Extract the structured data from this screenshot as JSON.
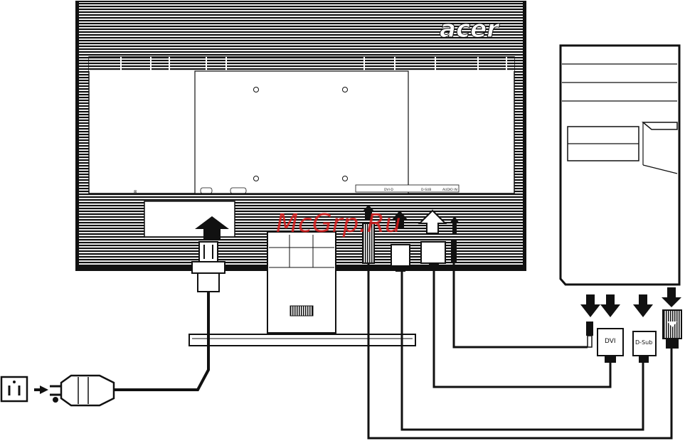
{
  "brand": "acer",
  "watermark": "McGrp.Ru",
  "ports": {
    "dvi": "DVI",
    "dsub": "D-Sub",
    "monitor_dvi": "DVI-D",
    "monitor_vga": "D-SUB",
    "monitor_audio": "AUDIO IN"
  },
  "colors": {
    "ink": "#111111",
    "watermark": "#d91c1c",
    "paper": "#ffffff"
  }
}
